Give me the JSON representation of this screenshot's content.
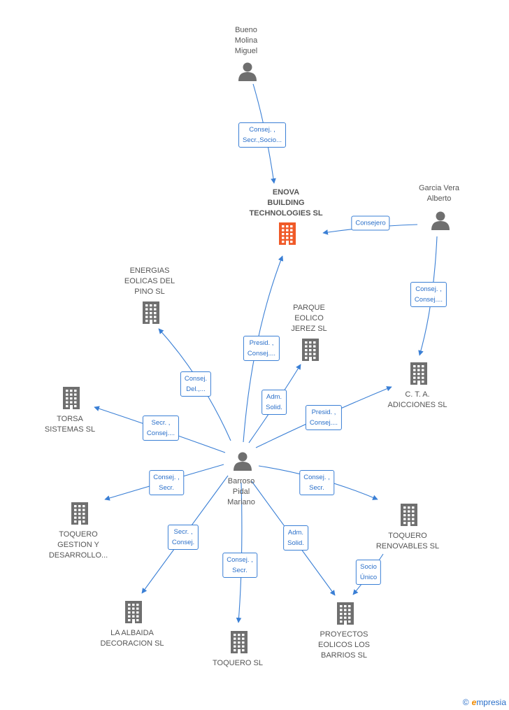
{
  "colors": {
    "edge": "#3a7fd5",
    "node": "#6f6f6f",
    "main_node": "#f05a28",
    "label": "#555555"
  },
  "nodes": [
    {
      "id": "bueno",
      "type": "person",
      "label": "Bueno\nMolina\nMiguel"
    },
    {
      "id": "enova",
      "type": "company-main",
      "label": "ENOVA\nBUILDING\nTECHNOLOGIES SL"
    },
    {
      "id": "garcia",
      "type": "person",
      "label": "Garcia Vera\nAlberto"
    },
    {
      "id": "energias",
      "type": "company",
      "label": "ENERGIAS\nEOLICAS DEL\nPINO SL"
    },
    {
      "id": "parque",
      "type": "company",
      "label": "PARQUE\nEOLICO\nJEREZ SL"
    },
    {
      "id": "cta",
      "type": "company",
      "label": "C. T. A.\nADICCIONES SL"
    },
    {
      "id": "torsa",
      "type": "company",
      "label": "TORSA\nSISTEMAS SL"
    },
    {
      "id": "barroso",
      "type": "person",
      "label": "Barroso\nPidal\nMariano"
    },
    {
      "id": "toquero_gestion",
      "type": "company",
      "label": "TOQUERO\nGESTION Y\nDESARROLLO..."
    },
    {
      "id": "toquero_renov",
      "type": "company",
      "label": "TOQUERO\nRENOVABLES SL"
    },
    {
      "id": "albaida",
      "type": "company",
      "label": "LA ALBAIDA\nDECORACION SL"
    },
    {
      "id": "toquero_sl",
      "type": "company",
      "label": "TOQUERO SL"
    },
    {
      "id": "proyectos",
      "type": "company",
      "label": "PROYECTOS\nEOLICOS LOS\nBARRIOS SL"
    }
  ],
  "edges": [
    {
      "from": "bueno",
      "to": "enova",
      "label": "Consej. ,\nSecr.,Socio..."
    },
    {
      "from": "garcia",
      "to": "enova",
      "label": "Consejero"
    },
    {
      "from": "garcia",
      "to": "cta",
      "label": "Consej. ,\nConsej...."
    },
    {
      "from": "barroso",
      "to": "enova",
      "label": "Presid. ,\nConsej...."
    },
    {
      "from": "barroso",
      "to": "energias",
      "label": "Consej.\nDel.,..."
    },
    {
      "from": "barroso",
      "to": "parque",
      "label": "Adm.\nSolid."
    },
    {
      "from": "barroso",
      "to": "cta",
      "label": "Presid. ,\nConsej...."
    },
    {
      "from": "barroso",
      "to": "torsa",
      "label": "Secr. ,\nConsej...."
    },
    {
      "from": "barroso",
      "to": "toquero_gestion",
      "label": "Consej. ,\nSecr."
    },
    {
      "from": "barroso",
      "to": "toquero_renov",
      "label": "Consej. ,\nSecr."
    },
    {
      "from": "barroso",
      "to": "albaida",
      "label": "Secr. ,\nConsej."
    },
    {
      "from": "barroso",
      "to": "toquero_sl",
      "label": "Consej. ,\nSecr."
    },
    {
      "from": "barroso",
      "to": "proyectos",
      "label": "Adm.\nSolid."
    },
    {
      "from": "toquero_renov",
      "to": "proyectos",
      "label": "Socio\nÚnico"
    }
  ],
  "footer": {
    "copyright": "©",
    "brand_e": "e",
    "brand_rest": "mpresia"
  }
}
